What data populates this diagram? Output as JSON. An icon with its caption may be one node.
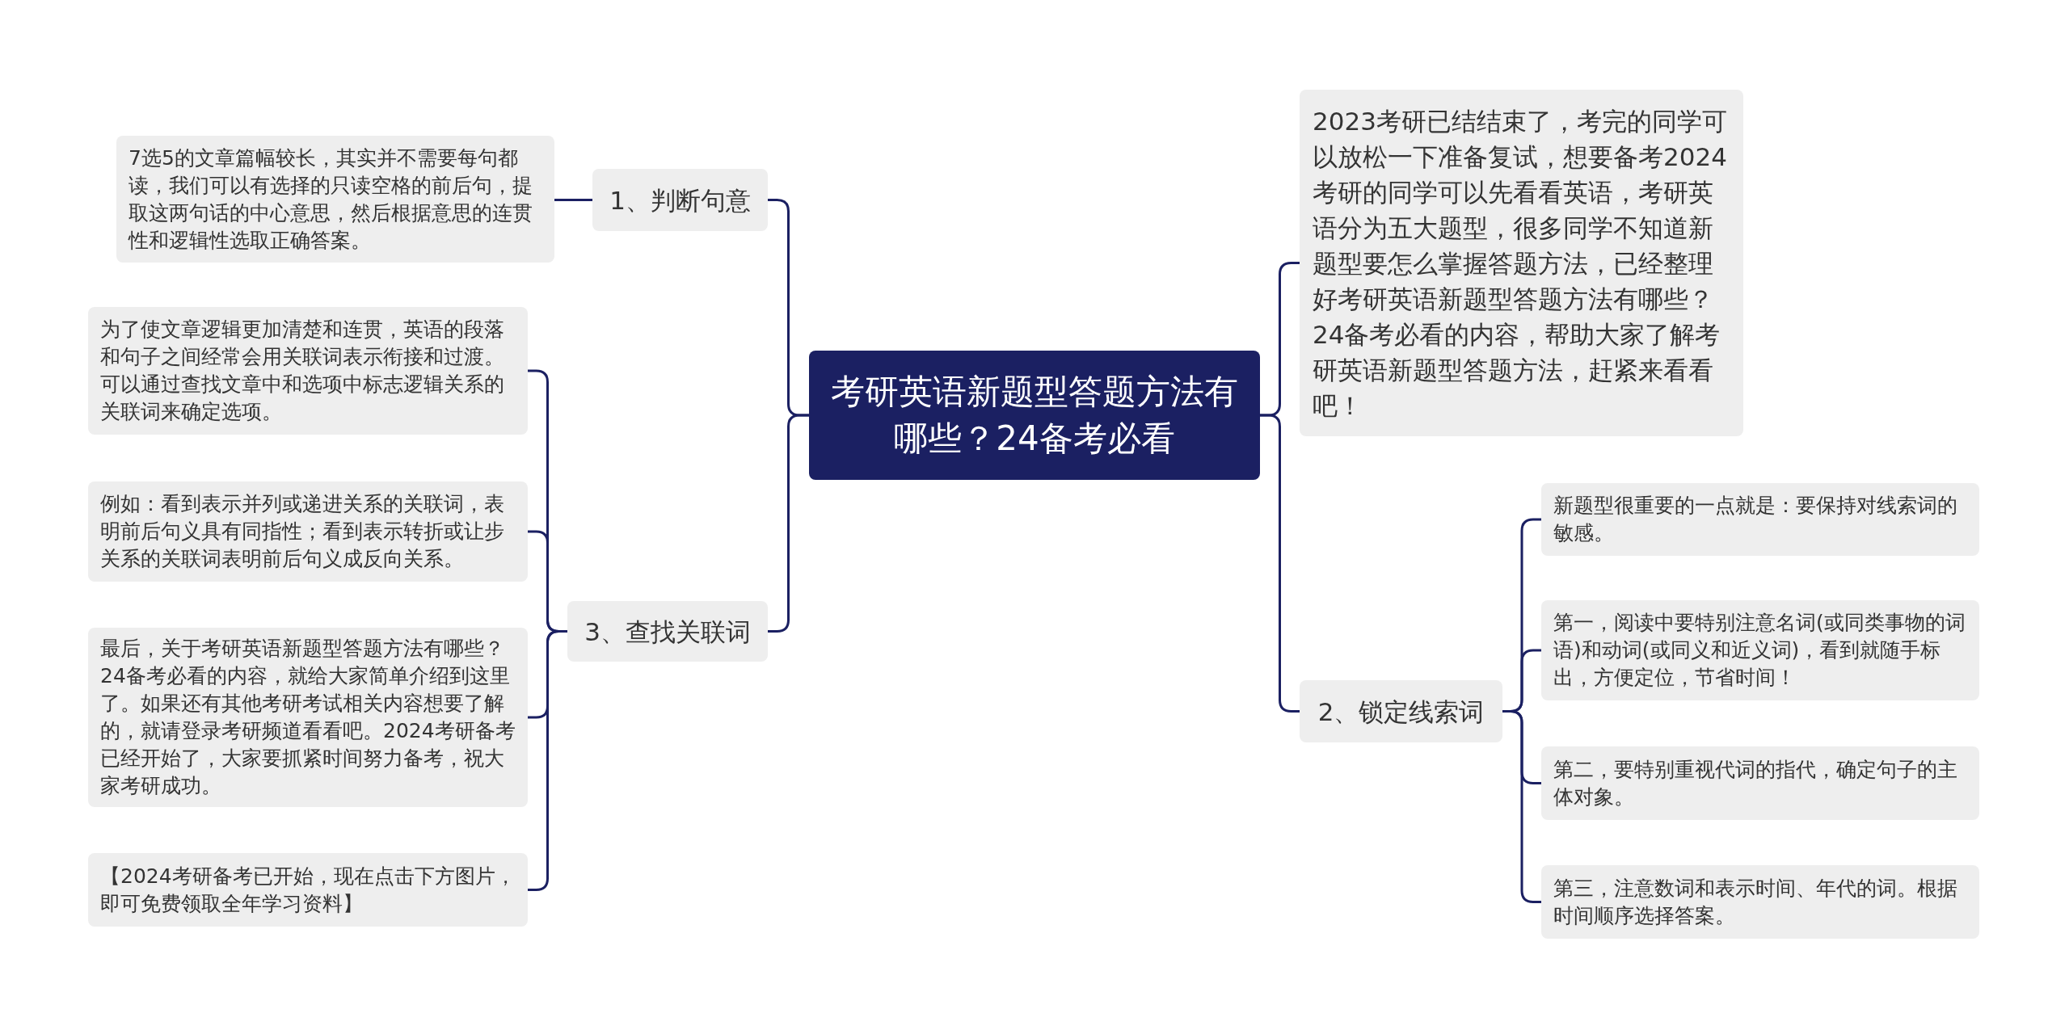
{
  "diagram": {
    "nodes": [
      {
        "text": [
          "考研英语新题型答题方法有哪些？24备考必看"
        ]
      },
      {
        "text": [
          "1、判断句意"
        ]
      },
      {
        "text": [
          "7选5的文章篇幅较长，其实并不需要每句都读，我们可以有选择的只读空格的前后句，提取这两句话的中心意思，然后根据意思的连贯性和逻辑性选取正确答案。"
        ]
      },
      {
        "text": [
          "3、查找关联词"
        ]
      },
      {
        "text": [
          "为了使文章逻辑更加清楚和连贯，英语的段落和句子之间经常会用关联词表示衔接和过渡。可以通过查找文章中和选项中标志逻辑关系的关联词来确定选项。"
        ]
      },
      {
        "text": [
          "例如：看到表示并列或递进关系的关联词，表明前后句义具有同指性；看到表示转折或让步关系的关联词表明前后句义成反向关系。"
        ]
      },
      {
        "text": [
          "最后，关于考研英语新题型答题方法有哪些？24备考必看的内容，就给大家简单介绍到这里了。如果还有其他考研考试相关内容想要了解的，就请登录考研频道看看吧。2024考研备考已经开始了，大家要抓紧时间努力备考，祝大家考研成功。"
        ]
      },
      {
        "text": [
          "【2024考研备考已开始，现在点击下方图片，即可免费领取全年学习资料】"
        ]
      },
      {
        "text": [
          "2023考研已结结束了，考完的同学可以放松一下准备复试，想要备考2024考研的同学可以先看看英语，考研英语分为五大题型，很多同学不知道新题型要怎么掌握答题方法，已经整理好考研英语新题型答题方法有哪些？24备考必看的内容，帮助大家了解考研英语新题型答题方法，赶紧来看看吧！"
        ]
      },
      {
        "text": [
          "2、锁定线索词"
        ]
      },
      {
        "text": [
          "新题型很重要的一点就是：要保持对线索词的敏感。"
        ]
      },
      {
        "text": [
          "第一，阅读中要特别注意名词(或同类事物的词语)和动词(或同义和近义词)，看到就随手标出，方便定位，节省时间！"
        ]
      },
      {
        "text": [
          "第二，要特别重视代词的指代，确定句子的主体对象。"
        ]
      },
      {
        "text": [
          "第三，注意数词和表示时间、年代的词。根据时间顺序选择答案。"
        ]
      }
    ],
    "edges": [
      {
        "from": 0,
        "to": 1,
        "arrow": "none"
      },
      {
        "from": 1,
        "to": 2,
        "arrow": "none"
      },
      {
        "from": 0,
        "to": 3,
        "arrow": "none"
      },
      {
        "from": 3,
        "to": 4,
        "arrow": "none"
      },
      {
        "from": 3,
        "to": 5,
        "arrow": "none"
      },
      {
        "from": 3,
        "to": 6,
        "arrow": "none"
      },
      {
        "from": 3,
        "to": 7,
        "arrow": "none"
      },
      {
        "from": 0,
        "to": 8,
        "arrow": "none"
      },
      {
        "from": 0,
        "to": 9,
        "arrow": "none"
      },
      {
        "from": 9,
        "to": 10,
        "arrow": "none"
      },
      {
        "from": 9,
        "to": 11,
        "arrow": "none"
      },
      {
        "from": 9,
        "to": 12,
        "arrow": "none"
      },
      {
        "from": 9,
        "to": 13,
        "arrow": "none"
      }
    ]
  }
}
